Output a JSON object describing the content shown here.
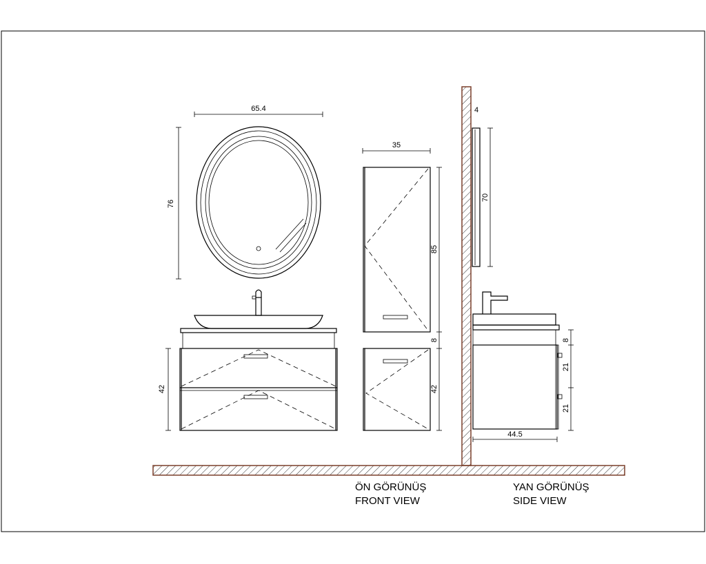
{
  "dimensions": {
    "mirror_width": "65.4",
    "mirror_height": "76",
    "tall_unit_width": "35",
    "tall_unit_height": "85",
    "gap_front": "8",
    "tall_unit_lower_height": "42",
    "base_cabinet_height": "42",
    "wall_offset": "4",
    "side_mirror_height": "70",
    "side_gap": "8",
    "side_drawer_1": "21",
    "side_drawer_2": "21",
    "side_depth": "44.5"
  },
  "labels": {
    "front_view_tr": "ÖN GÖRÜNÜŞ",
    "front_view_en": "FRONT VIEW",
    "side_view_tr": "YAN GÖRÜNÜŞ",
    "side_view_en": "SIDE VIEW"
  }
}
